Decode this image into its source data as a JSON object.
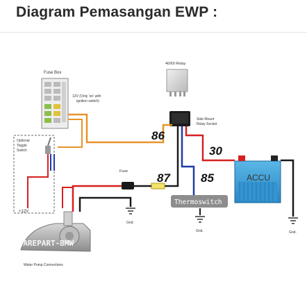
{
  "title": "Diagram Pemasangan EWP :",
  "labels": {
    "fuse_box": "Fuse Box",
    "fuse_box_note_1": "12V (Only 'on' with",
    "fuse_box_note_2": "ignition switch)",
    "relay": "40/60 Relay",
    "socket_1": "Side Mount",
    "socket_2": "Relay Socket",
    "toggle_1": "Optional",
    "toggle_2": "Toggle",
    "toggle_3": "Switch",
    "fuse": "Fuse",
    "plus12v": "+12V",
    "gnd": "Gnd.",
    "pump": "Water Pump Connections",
    "accu": "ACCU",
    "thermoswitch": "Thermoswitch",
    "watermark": "SPAREPART-BMW"
  },
  "pins": {
    "p86": "86",
    "p30": "30",
    "p87": "87",
    "p85": "85"
  },
  "colors": {
    "red": "#d62020",
    "yellow": "#d9b21a",
    "orange": "#e8932a",
    "black": "#1a1a1a",
    "blue": "#1f3aa6",
    "accu": "#3fa1d8"
  }
}
